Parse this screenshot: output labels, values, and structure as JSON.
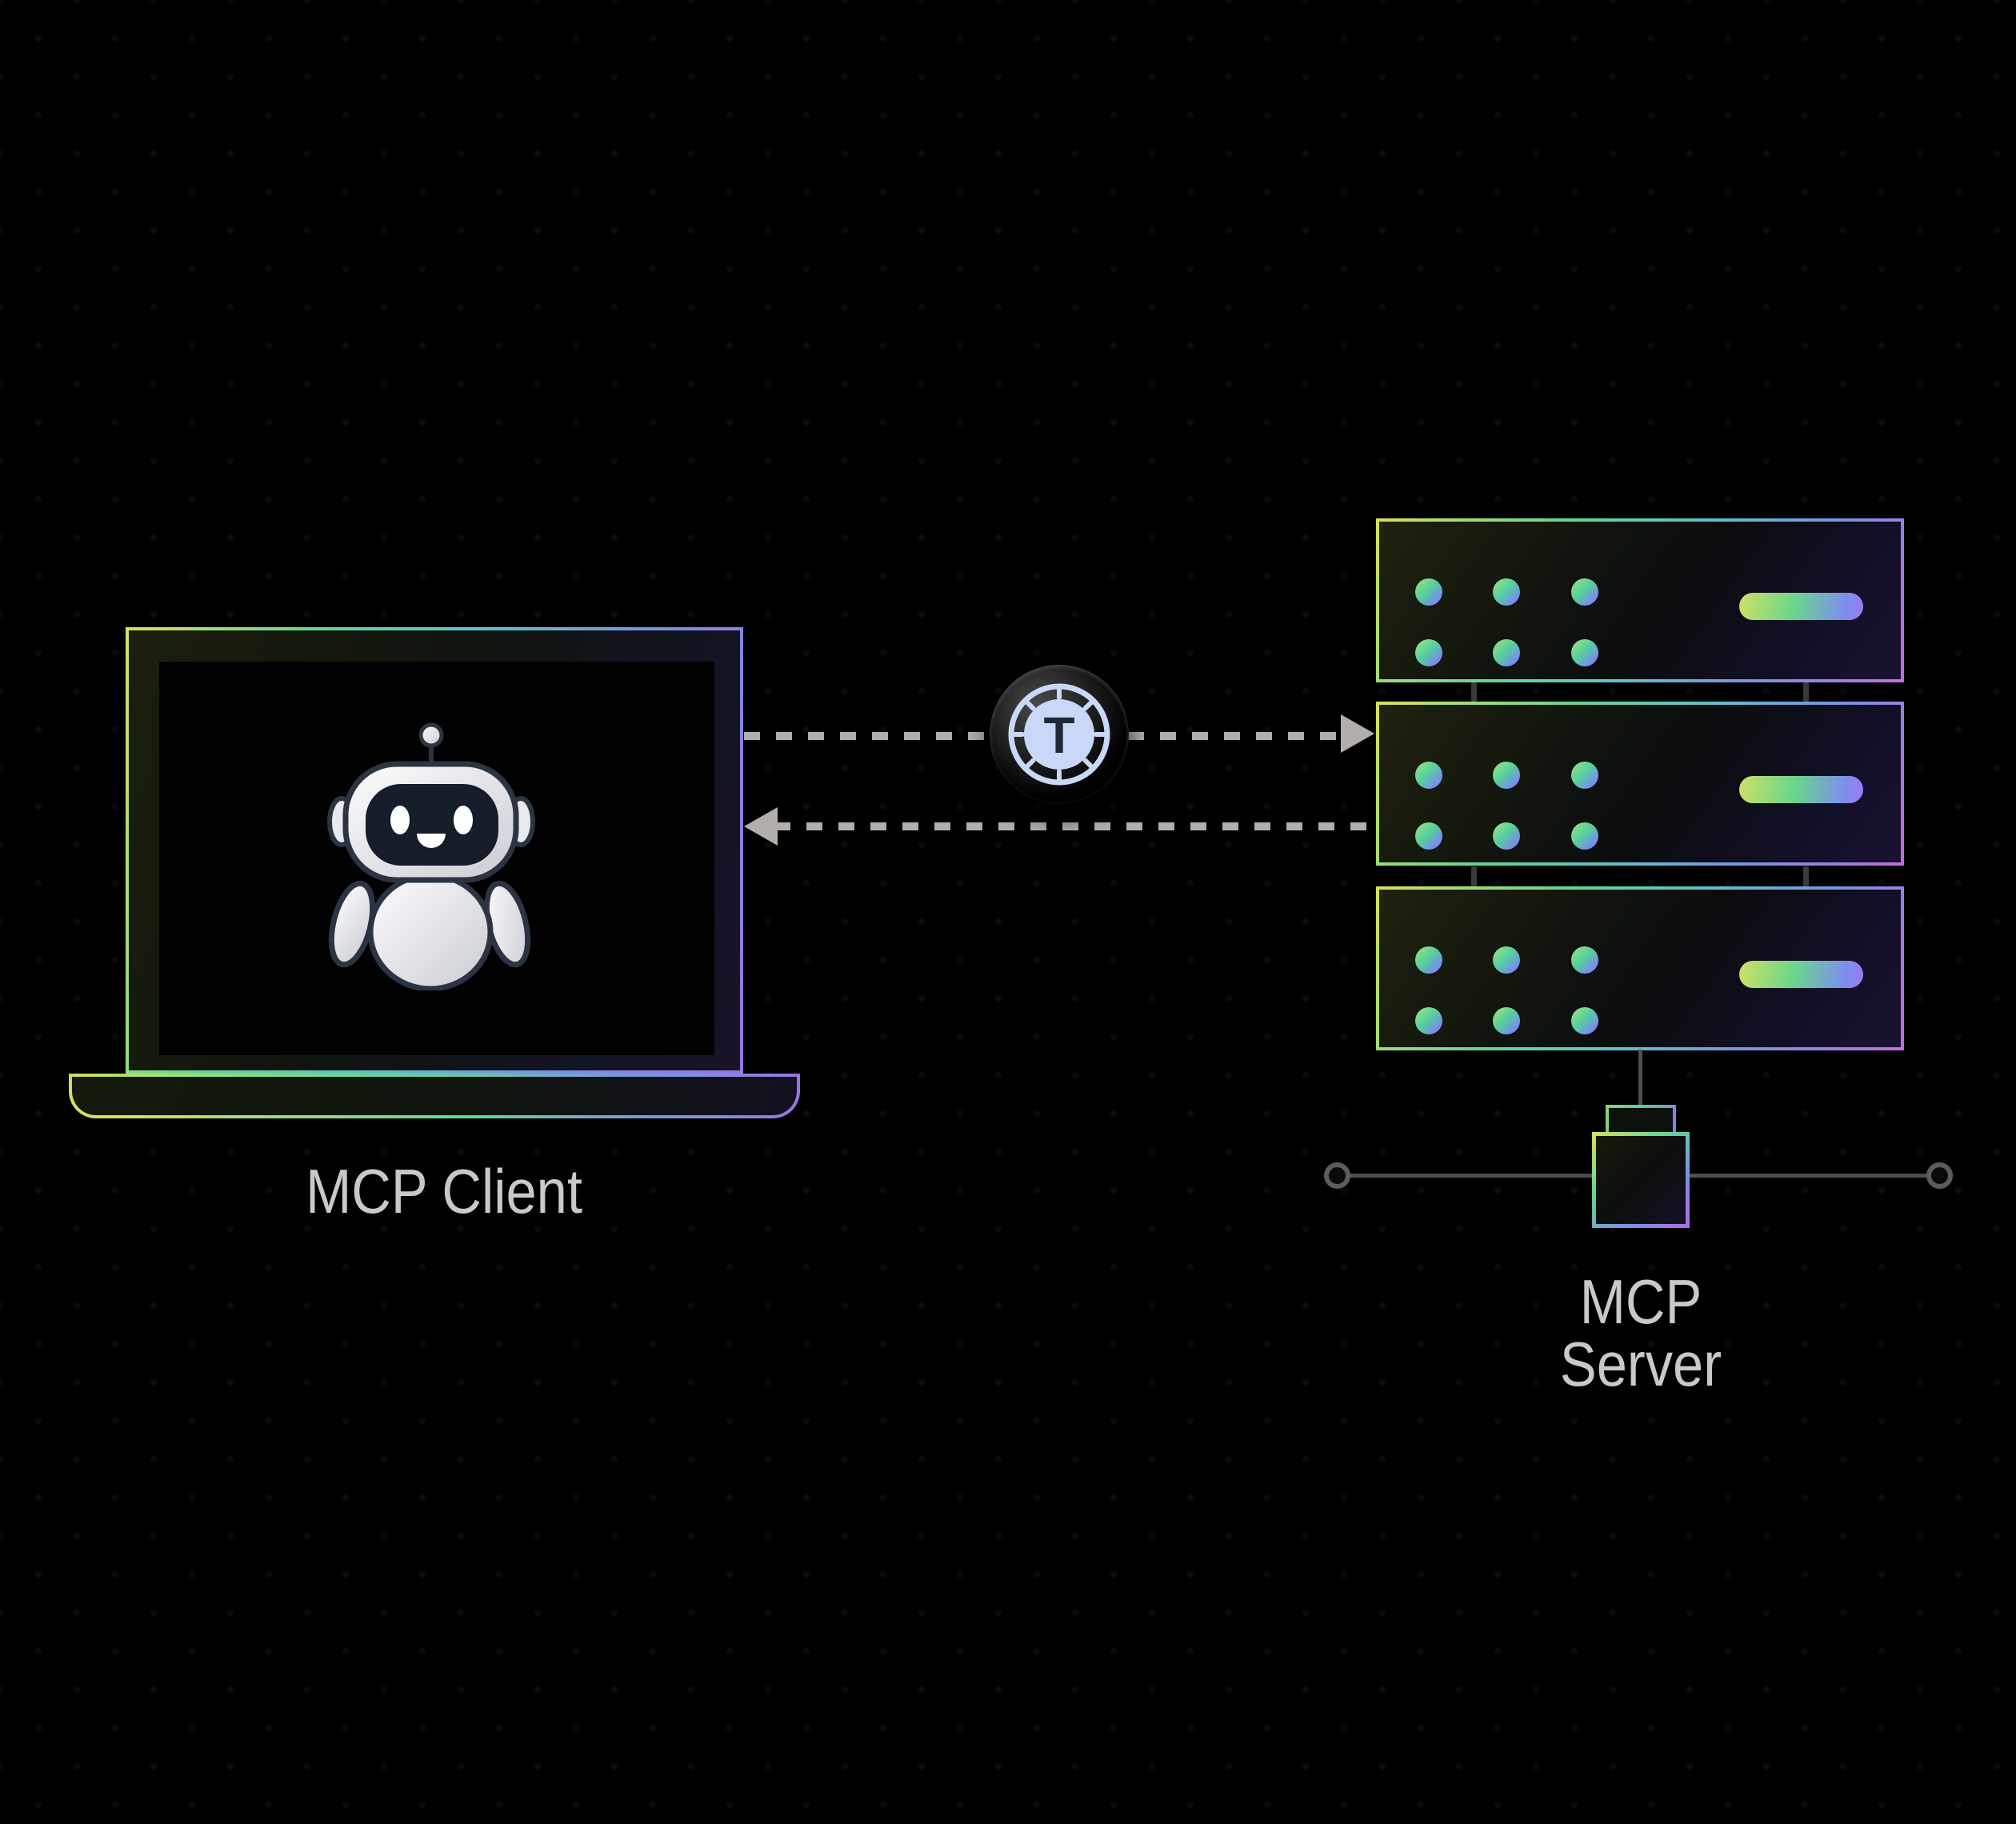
{
  "client": {
    "label": "MCP Client",
    "device_icon": "laptop-icon",
    "screen_icon": "robot-icon"
  },
  "connection": {
    "badge_letter": "T",
    "badge_icon": "tool-gauge-icon",
    "request_arrow": "client-to-server",
    "response_arrow": "server-to-client"
  },
  "server": {
    "label_line1": "MCP",
    "label_line2": "Server",
    "unit_count": 3,
    "leds_per_unit": 6
  },
  "colors": {
    "bg": "#000000",
    "text": "#c9c9c9",
    "dash": "#b2afaa",
    "line": "#4f4f4f",
    "leg": "#3a3a3a",
    "grad_yellow": "#d9e257",
    "grad_green": "#62d794",
    "grad_teal": "#5fc0d0",
    "grad_blue": "#7b90e4",
    "grad_purple": "#9a74e2",
    "grad_magenta": "#c06ce2",
    "badge_ring": "#c9d8f8",
    "badge_letter_color": "#202938",
    "robot_outline": "#2b3442",
    "robot_face": "#151d2a",
    "robot_white": "#f5f5f7"
  }
}
